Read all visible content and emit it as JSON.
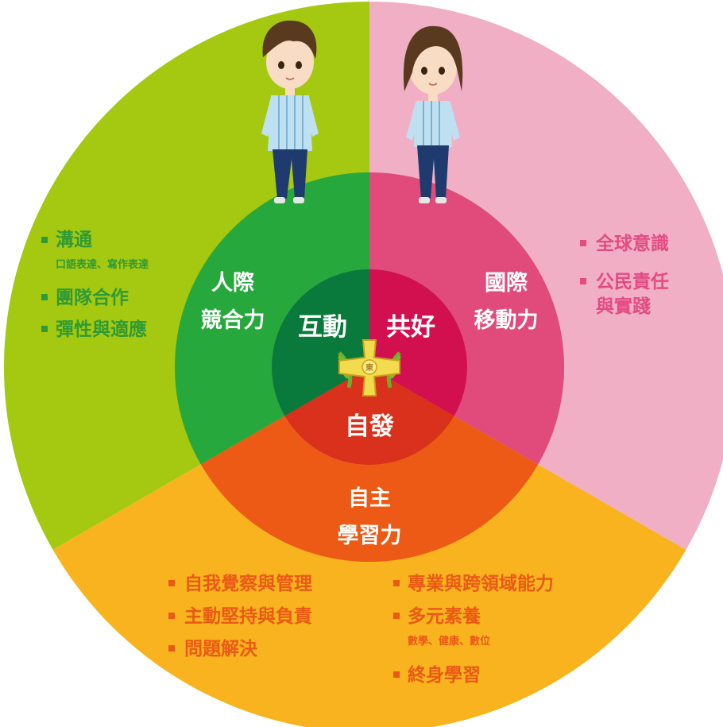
{
  "colors": {
    "outer_green": "#a5c910",
    "outer_pink": "#f0afc4",
    "outer_orange": "#f8b31f",
    "mid_green": "#27a83d",
    "mid_pink": "#e04b7c",
    "mid_orange": "#ec5a15",
    "inner_green": "#0a7a3c",
    "inner_pink": "#d2104f",
    "inner_orange": "#d9311c",
    "text_green": "#2f9a36",
    "text_pink": "#e34b83",
    "text_orange": "#ea5a15",
    "emblem_gold": "#f2dc4e"
  },
  "icons": [
    "student-boy-icon",
    "student-girl-icon",
    "school-emblem-icon"
  ],
  "sectors": {
    "interaction": {
      "core": "互動",
      "ring": [
        "人際",
        "競合力"
      ],
      "items": [
        {
          "title": "溝通",
          "sub": "口語表達、寫作表達"
        },
        {
          "title": "團隊合作"
        },
        {
          "title": "彈性與適應"
        }
      ]
    },
    "common_good": {
      "core": "共好",
      "ring": [
        "國際",
        "移動力"
      ],
      "items": [
        {
          "title": "全球意識"
        },
        {
          "title": "公民責任",
          "title2": "與實踐"
        }
      ]
    },
    "initiative": {
      "core": "自發",
      "ring": [
        "自主",
        "學習力"
      ],
      "items_left": [
        {
          "title": "自我覺察與管理"
        },
        {
          "title": "主動堅持與負責"
        },
        {
          "title": "問題解決"
        }
      ],
      "items_right": [
        {
          "title": "專業與跨領域能力"
        },
        {
          "title": "多元素養",
          "sub": "數學、健康、數位"
        },
        {
          "title": "終身學習"
        }
      ]
    }
  },
  "emblem": {
    "char": "東"
  }
}
